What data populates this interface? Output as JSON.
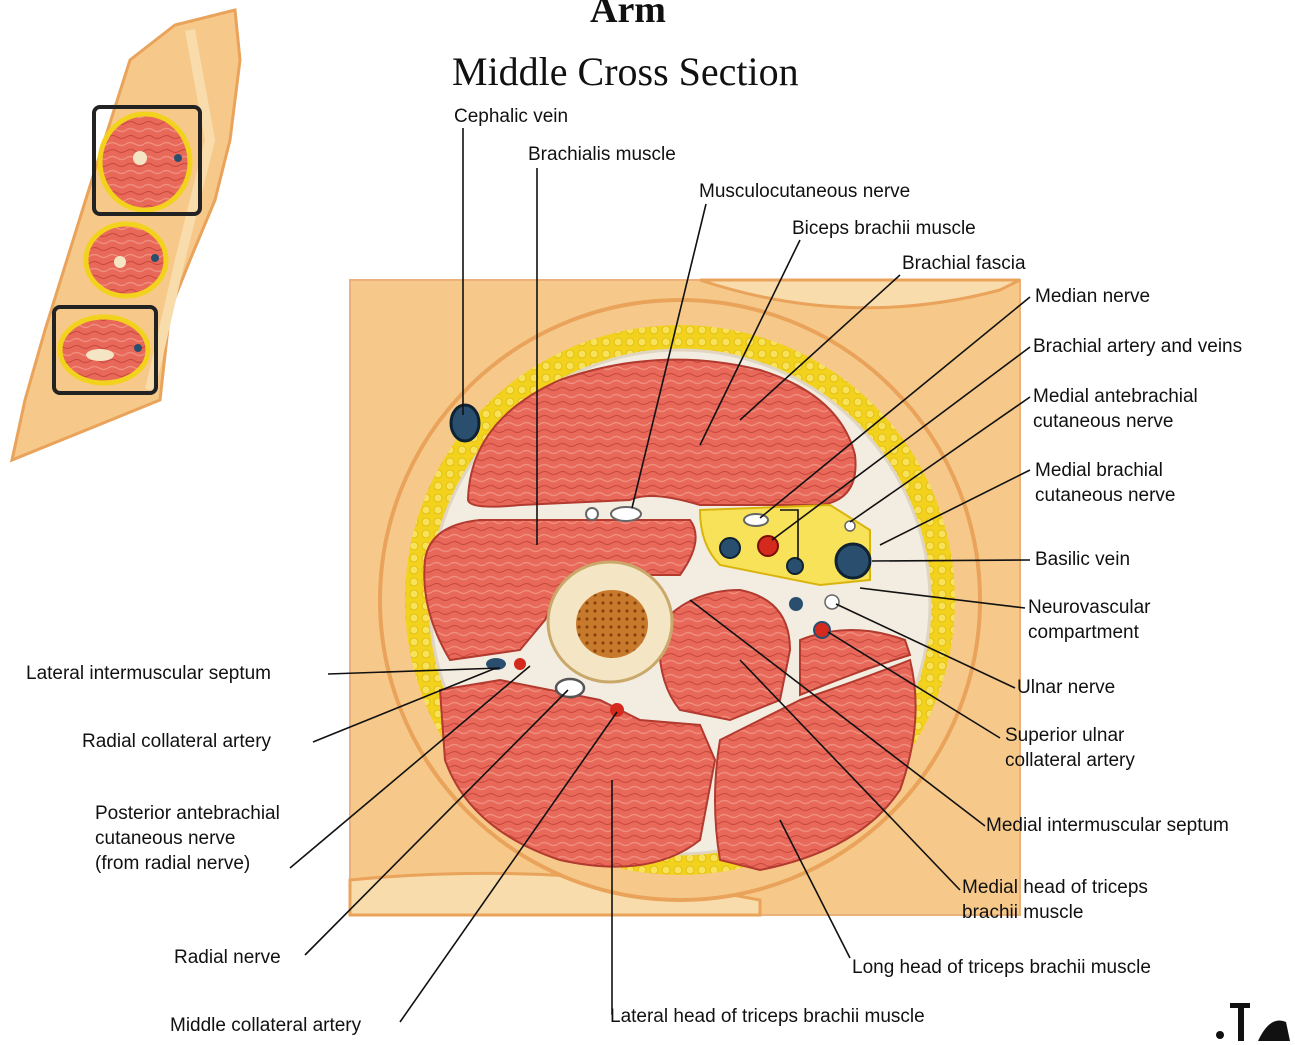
{
  "title": "Arm",
  "subtitle": "Middle Cross Section",
  "labels": {
    "cephalic_vein": "Cephalic vein",
    "brachialis_muscle": "Brachialis muscle",
    "musculocutaneous_nerve": "Musculocutaneous nerve",
    "biceps_brachii_muscle": "Biceps brachii muscle",
    "brachial_fascia": "Brachial fascia",
    "median_nerve": "Median nerve",
    "brachial_artery_and_veins": "Brachial artery and veins",
    "medial_antebrachial_line1": "Medial antebrachial",
    "medial_antebrachial_line2": "cutaneous nerve",
    "medial_brachial_line1": "Medial brachial",
    "medial_brachial_line2": "cutaneous nerve",
    "basilic_vein": "Basilic vein",
    "neurovascular_line1": "Neurovascular",
    "neurovascular_line2": "compartment",
    "ulnar_nerve": "Ulnar nerve",
    "superior_ulnar_line1": "Superior ulnar",
    "superior_ulnar_line2": "collateral artery",
    "medial_intermuscular_septum": "Medial intermuscular septum",
    "medial_head_line1": "Medial head of triceps",
    "medial_head_line2": "brachii muscle",
    "long_head": "Long head of triceps brachii muscle",
    "lateral_head": "Lateral head of triceps brachii muscle",
    "middle_collateral_artery": "Middle collateral artery",
    "radial_nerve": "Radial nerve",
    "posterior_antebrachial_line1": "Posterior antebrachial",
    "posterior_antebrachial_line2": "cutaneous nerve",
    "posterior_antebrachial_line3": "(from radial nerve)",
    "radial_collateral_artery": "Radial collateral artery",
    "lateral_intermuscular_septum": "Lateral intermuscular septum"
  },
  "colors": {
    "skin": "#f6c98a",
    "fat": "#f2d21c",
    "muscle": "#e8685a",
    "muscle_dark": "#c8473c",
    "fascia": "#f3ece0",
    "bone": "#f4e6c4",
    "marrow": "#b5651d",
    "vein": "#2a4f6e",
    "artery": "#d42a1e",
    "line": "#111111"
  }
}
